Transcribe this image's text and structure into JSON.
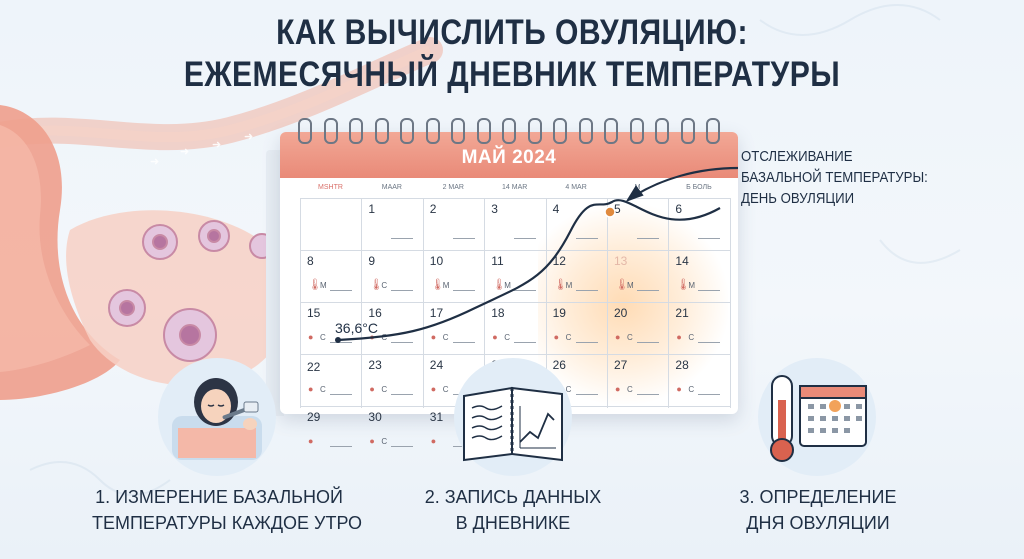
{
  "title": {
    "line1": "КАК ВЫЧИСЛИТЬ ОВУЛЯЦИЮ:",
    "line2": "ЕЖЕМЕСЯЧНЫЙ ДНЕВНИК ТЕМПЕРАТУРЫ"
  },
  "calendar": {
    "month": "МАЙ 2024",
    "weekdays": [
      "MSHTR",
      "MAAR",
      "2 MAR",
      "14 MAR",
      "4 MAR",
      "M",
      "Б БОЛЬ"
    ],
    "weeks": [
      [
        {
          "n": ""
        },
        {
          "n": "1",
          "lab": ""
        },
        {
          "n": "2",
          "lab": ""
        },
        {
          "n": "3",
          "lab": ""
        },
        {
          "n": "4",
          "lab": ""
        },
        {
          "n": "5",
          "lab": ""
        },
        {
          "n": "6",
          "lab": ""
        }
      ],
      [
        {
          "n": "8",
          "lab": "М"
        },
        {
          "n": "9",
          "lab": "С"
        },
        {
          "n": "10",
          "lab": "М"
        },
        {
          "n": "11",
          "lab": "М"
        },
        {
          "n": "12",
          "lab": "М"
        },
        {
          "n": "13",
          "lab": "М"
        },
        {
          "n": "14",
          "lab": "М"
        }
      ],
      [
        {
          "n": "15",
          "lab": "С"
        },
        {
          "n": "16",
          "lab": "С"
        },
        {
          "n": "17",
          "lab": "С"
        },
        {
          "n": "18",
          "lab": "С"
        },
        {
          "n": "19",
          "lab": "С"
        },
        {
          "n": "20",
          "lab": "С"
        },
        {
          "n": "21",
          "lab": "С"
        }
      ],
      [
        {
          "n": "22",
          "lab": "С"
        },
        {
          "n": "23",
          "lab": "С"
        },
        {
          "n": "24",
          "lab": "С"
        },
        {
          "n": "25",
          "lab": "С"
        },
        {
          "n": "26",
          "lab": "С"
        },
        {
          "n": "27",
          "lab": "С"
        },
        {
          "n": "28",
          "lab": "С"
        }
      ],
      [
        {
          "n": "29",
          "lab": ""
        },
        {
          "n": "30",
          "lab": "С"
        },
        {
          "n": "31",
          "lab": ""
        },
        {
          "n": ""
        },
        {
          "n": ""
        },
        {
          "n": ""
        },
        {
          "n": ""
        }
      ]
    ],
    "temperature_label": "36,6°C"
  },
  "annotation": {
    "line1": "ОТСЛЕЖИВАНИЕ",
    "line2": "БАЗАЛЬНОЙ ТЕМПЕРАТУРЫ:",
    "line3": "ДЕНЬ ОВУЛЯЦИИ"
  },
  "steps": [
    {
      "line1": "1. ИЗМЕРЕНИЕ БАЗАЛЬНОЙ",
      "line2": "ТЕМПЕРАТУРЫ КАЖДОЕ УТРО"
    },
    {
      "line1": "2. ЗАПИСЬ ДАННЫХ",
      "line2": "В ДНЕВНИКЕ"
    },
    {
      "line1": "3. ОПРЕДЕЛЕНИЕ",
      "line2": "ДНЯ ОВУЛЯЦИИ"
    }
  ],
  "icons": {
    "anatomy": "reproductive-anatomy-illustration",
    "step1": "woman-with-thermometer-icon",
    "step2": "open-diary-chart-icon",
    "step3": "thermometer-calendar-icon"
  },
  "colors": {
    "accent": "#e98a78",
    "text": "#1f2f44",
    "highlight": "#f2a25a"
  }
}
